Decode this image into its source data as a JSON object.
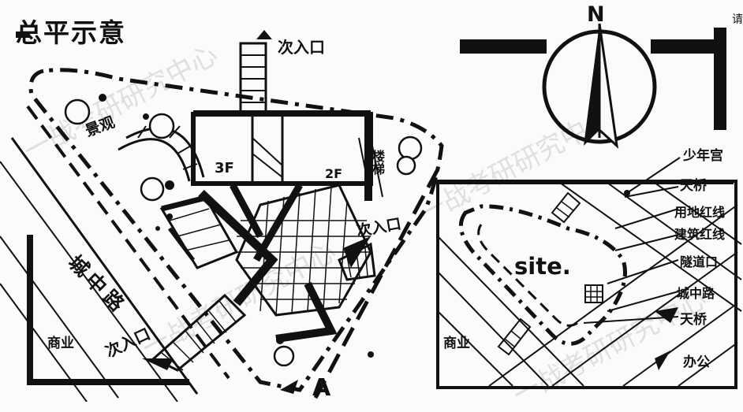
{
  "title": "总平示意",
  "watermark": "一战考研研究中心",
  "north": "N",
  "site_plan_labels": {
    "landscape": "景观",
    "floor_3f": "3F",
    "floor_2f": "2F",
    "stair": "楼梯",
    "secondary_entry": "次入口",
    "road": "城中路",
    "commercial": "商业",
    "section_mark": "A"
  },
  "context_map": {
    "site": "site.",
    "commercial": "商业",
    "legend": [
      "少年宫",
      "天桥",
      "用地红线",
      "建筑红线",
      "隧道口",
      "城中路",
      "天桥",
      "办公"
    ]
  },
  "corner_text": "请"
}
